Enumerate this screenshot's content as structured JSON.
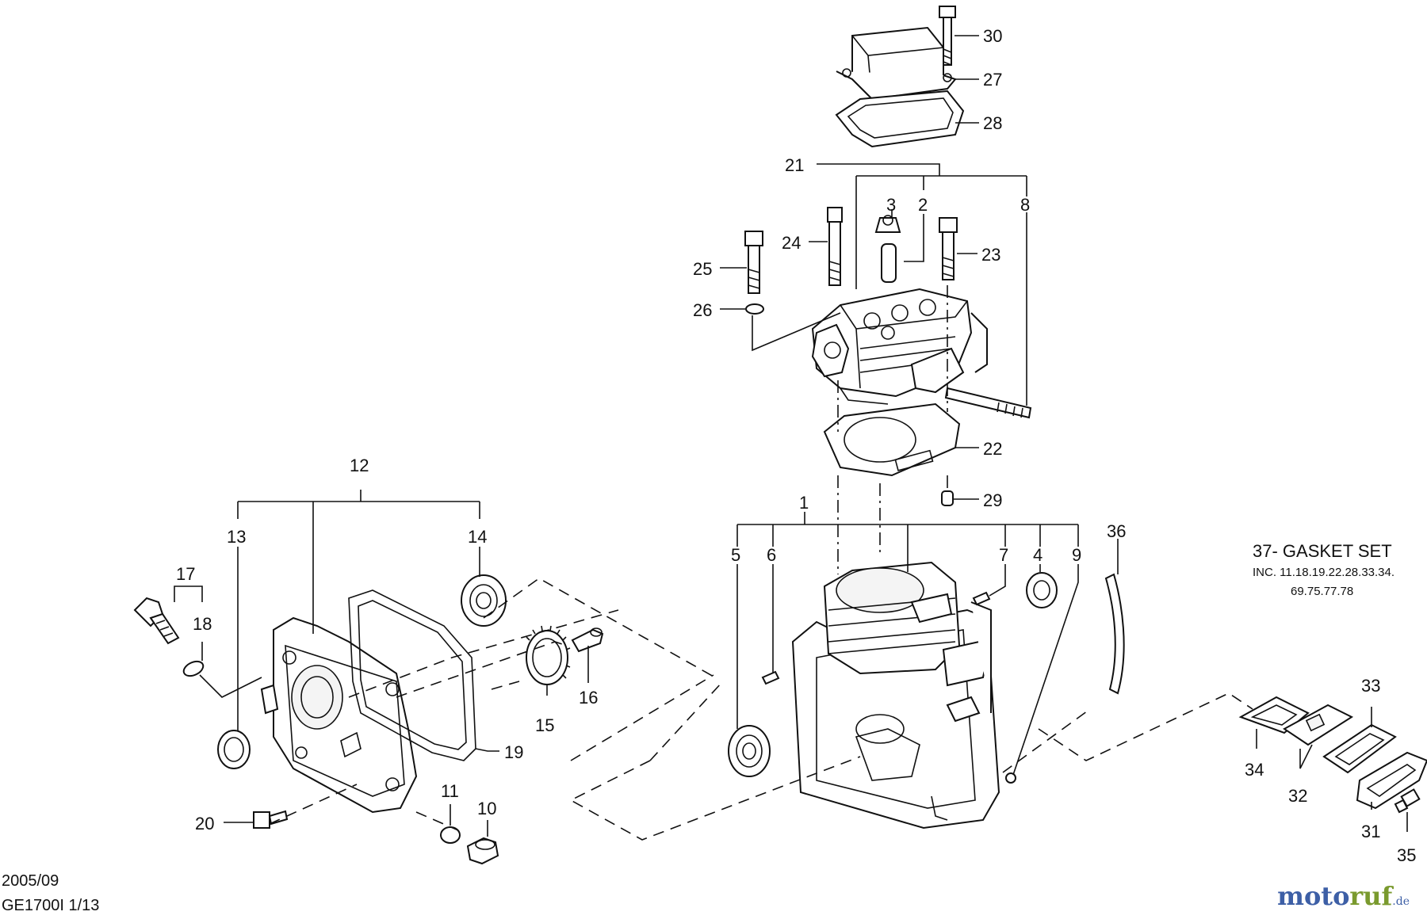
{
  "footer": {
    "date": "2005/09",
    "model_page": "GE1700I 1/13"
  },
  "brand": {
    "name_a": "moto",
    "name_b": "ruf",
    "tld": ".de"
  },
  "gasket_note": {
    "title": "37- GASKET SET",
    "line1": "INC. 11.18.19.22.28.33.34.",
    "line2": "69.75.77.78"
  },
  "callouts": {
    "c1": "1",
    "c2": "2",
    "c3": "3",
    "c4": "4",
    "c5": "5",
    "c6": "6",
    "c7": "7",
    "c8": "8",
    "c9": "9",
    "c10": "10",
    "c11": "11",
    "c12": "12",
    "c13": "13",
    "c14": "14",
    "c15": "15",
    "c16": "16",
    "c17": "17",
    "c18": "18",
    "c19": "19",
    "c20": "20",
    "c21": "21",
    "c22": "22",
    "c23": "23",
    "c24": "24",
    "c25": "25",
    "c26": "26",
    "c27": "27",
    "c28": "28",
    "c29": "29",
    "c30": "30",
    "c31": "31",
    "c32": "32",
    "c33": "33",
    "c34": "34",
    "c35": "35",
    "c36": "36"
  }
}
